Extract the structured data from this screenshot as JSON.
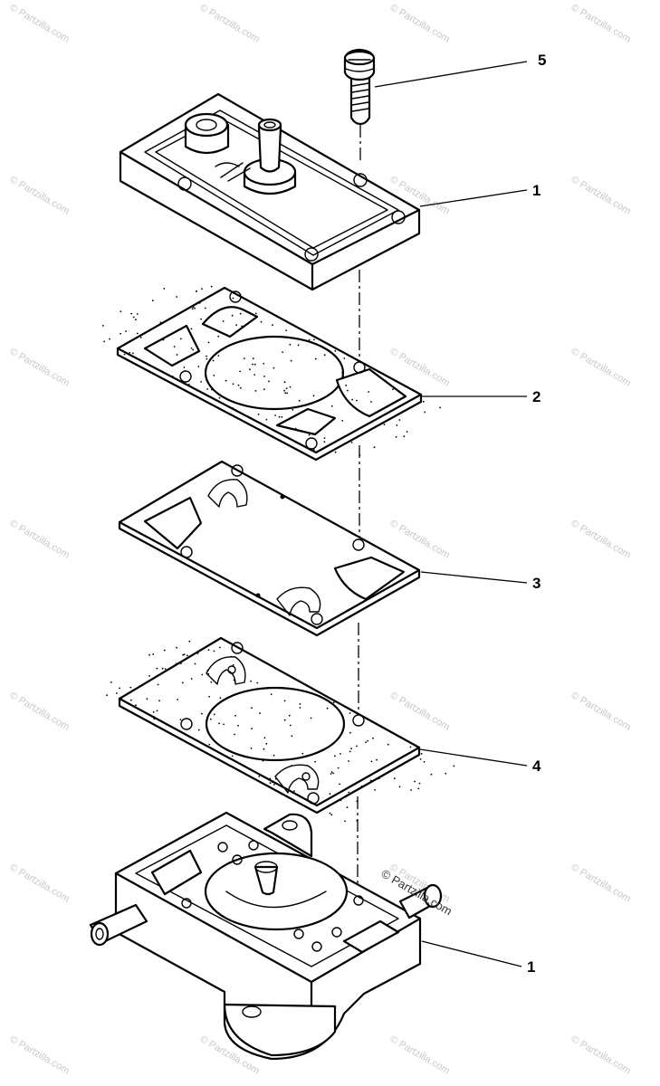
{
  "callouts": [
    {
      "label": "5"
    },
    {
      "label": "1"
    },
    {
      "label": "2"
    },
    {
      "label": "3"
    },
    {
      "label": "4"
    },
    {
      "label": "1"
    }
  ],
  "watermark": {
    "text": "© Partzilla.com",
    "prominent_text": "© Partzilla.com"
  }
}
